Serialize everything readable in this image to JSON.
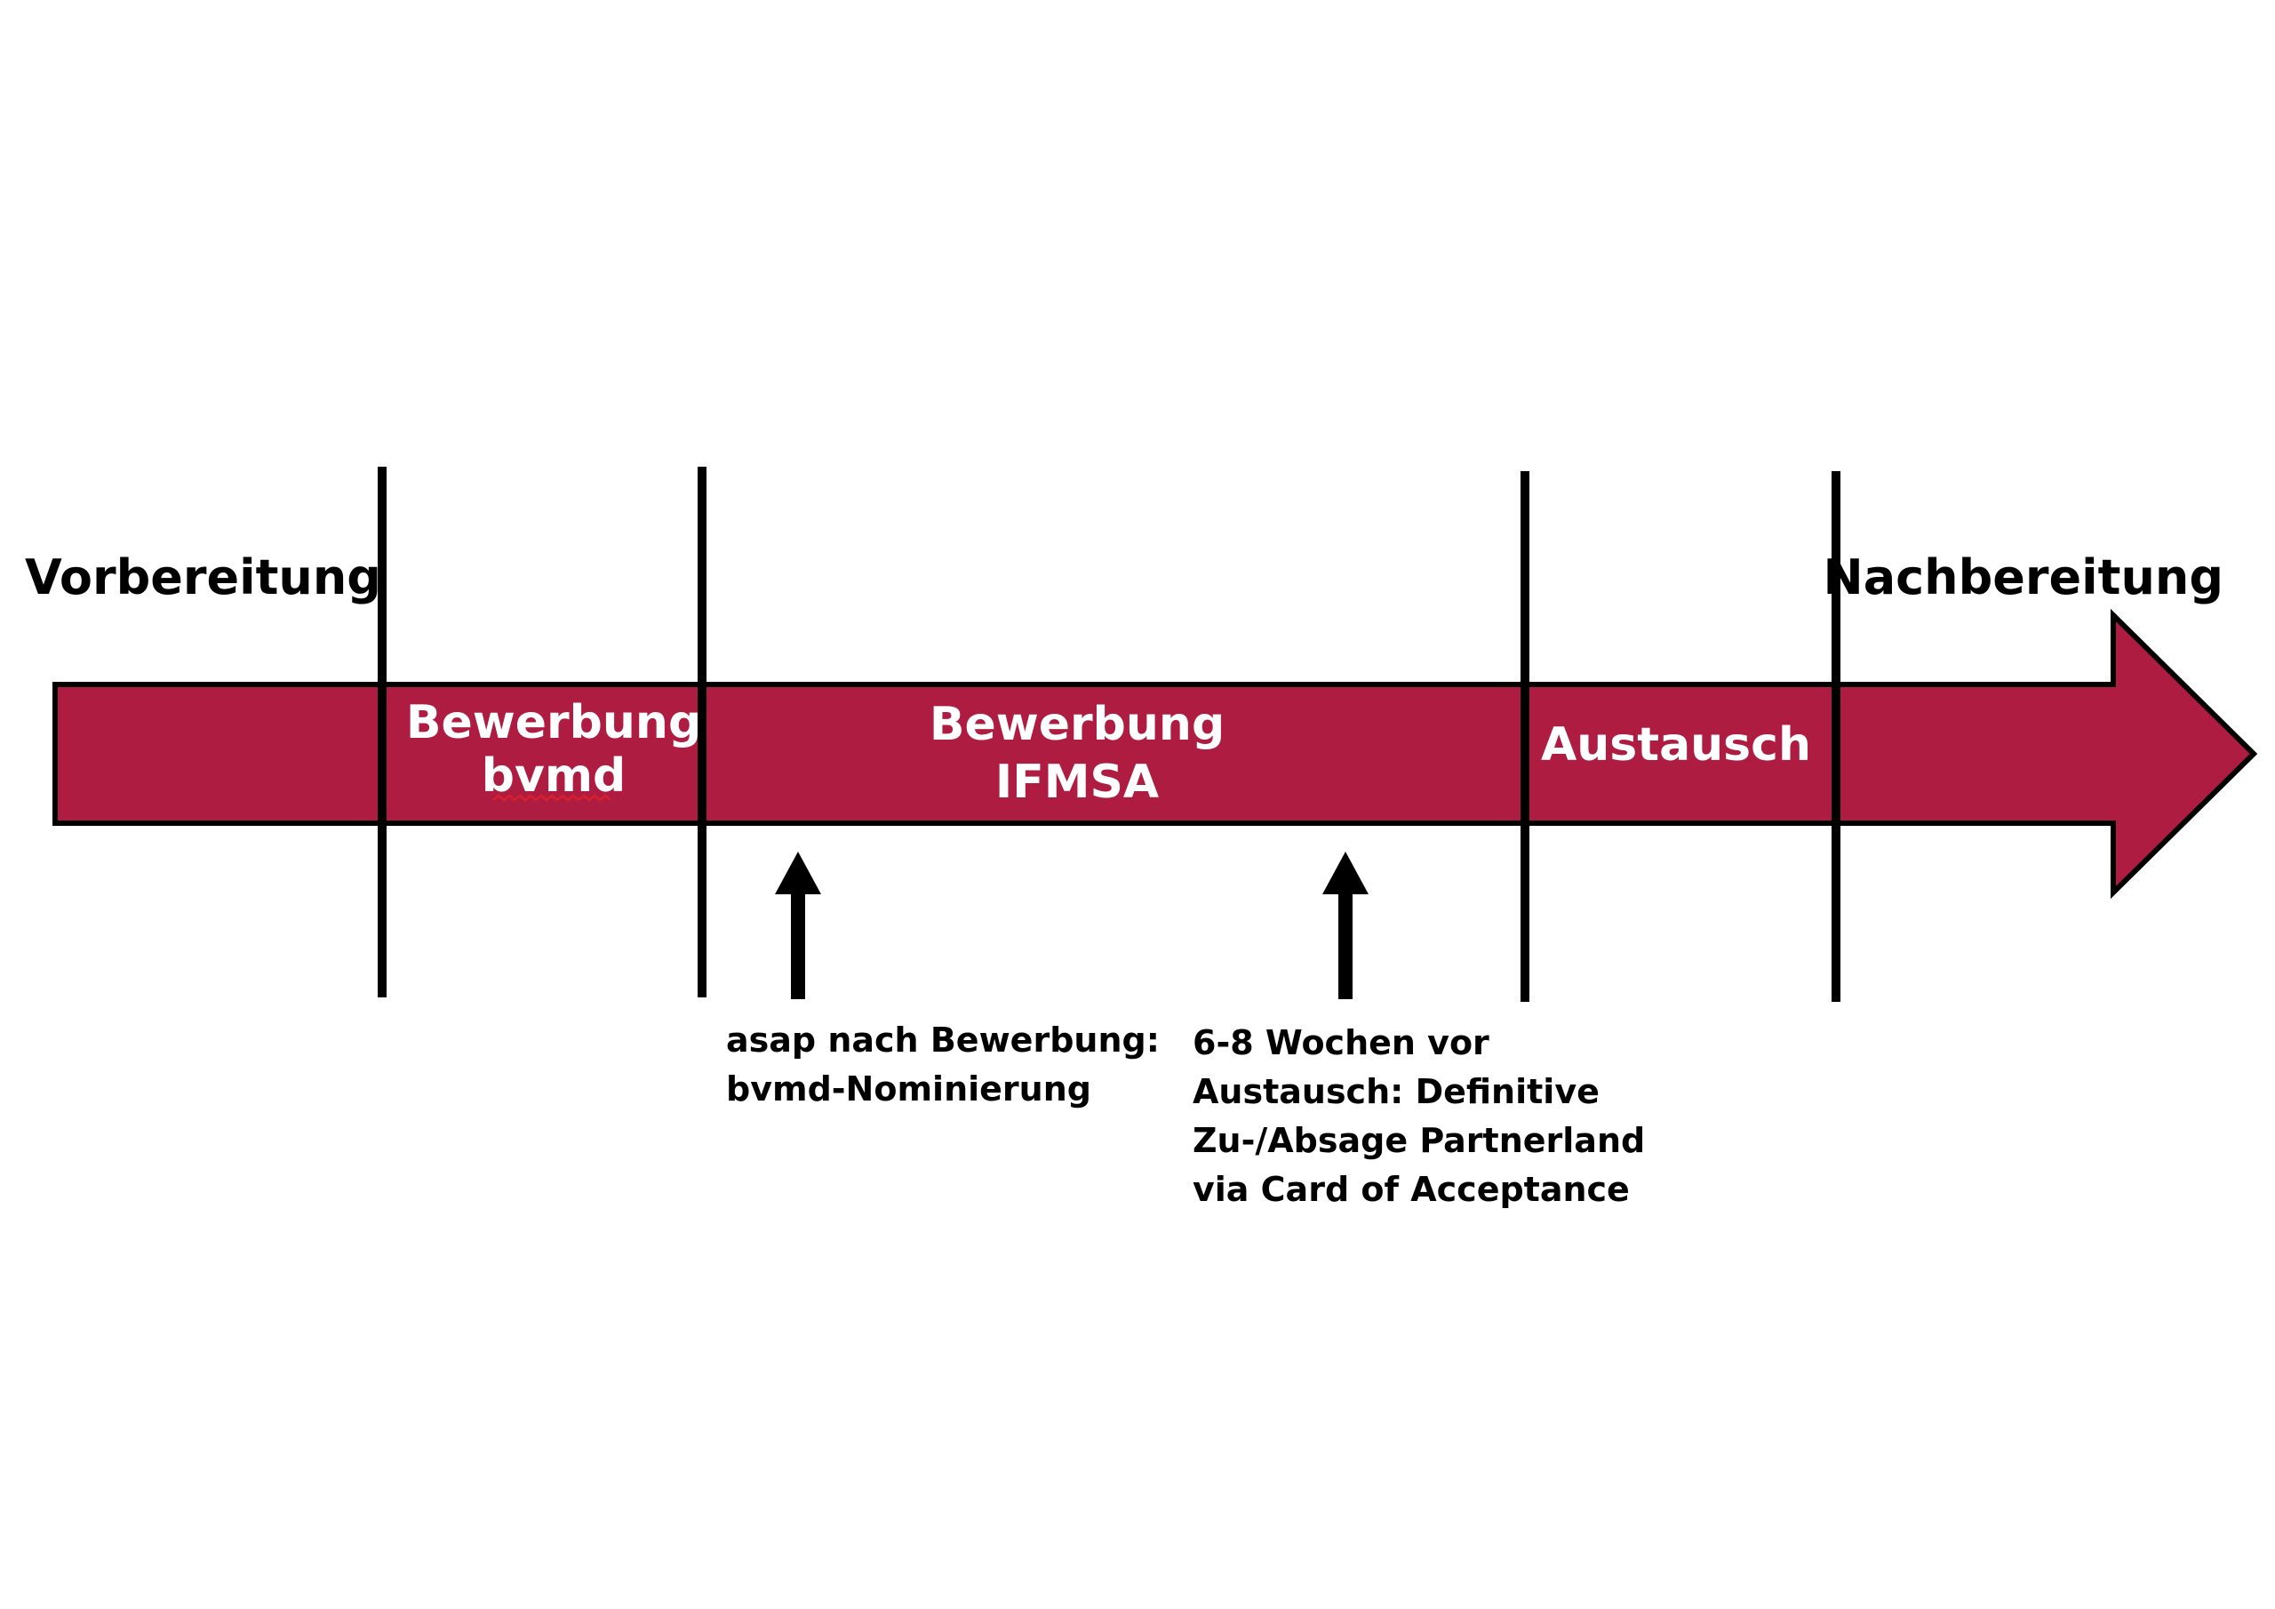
{
  "colors": {
    "arrow_fill": "#ae1c41",
    "arrow_stroke": "#000000",
    "divider": "#000000",
    "outer_text": "#000000",
    "phase_text": "#ffffff",
    "note_text": "#000000"
  },
  "outer_labels": {
    "left": "Vorbereitung",
    "right": "Nachbereitung"
  },
  "phases": {
    "bvmd": {
      "line1": "Bewerbung",
      "line2": "bvmd"
    },
    "ifmsa": {
      "line1": "Bewerbung",
      "line2": "IFMSA"
    },
    "austausch": {
      "line1": "Austausch"
    }
  },
  "milestones": {
    "nominierung": {
      "icon": "up-arrow-icon",
      "lines": [
        "asap nach Bewerbung:",
        "bvmd-Nominierung"
      ]
    },
    "card_of_acceptance": {
      "icon": "up-arrow-icon",
      "lines": [
        "6-8 Wochen vor",
        "Austausch: Definitive",
        "Zu-/Absage Partnerland",
        "via Card of Acceptance"
      ]
    }
  }
}
